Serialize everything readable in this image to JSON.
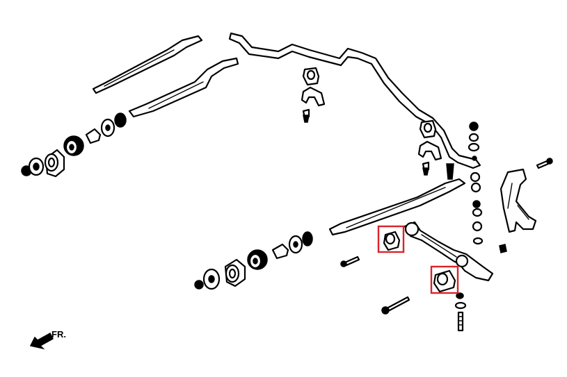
{
  "direction_label": "FR.",
  "colors": {
    "line": "#000000",
    "background": "#ffffff",
    "highlight": "#d8232a"
  },
  "highlighted_parts": [
    "upper-bushing",
    "lower-bushing"
  ]
}
